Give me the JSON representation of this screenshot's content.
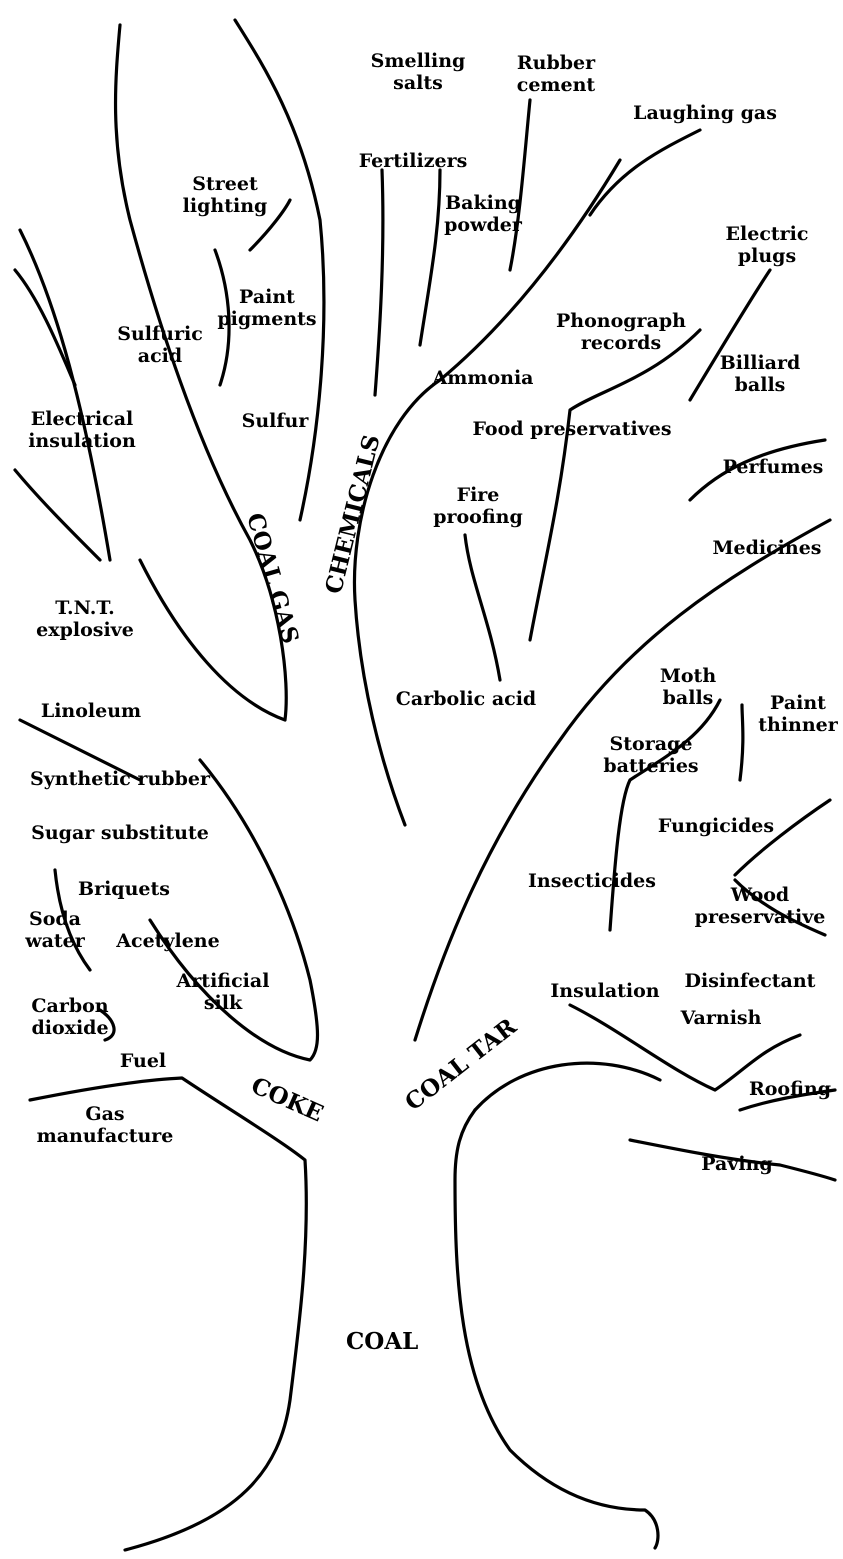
{
  "diagram": {
    "main": {
      "coal": "COAL",
      "coke": "COKE",
      "coal_gas": "COAL GAS",
      "chemicals": "CHEMICALS",
      "coal_tar": "COAL TAR"
    },
    "products": {
      "smelling_salts": [
        "Smelling",
        "salts"
      ],
      "rubber_cement": [
        "Rubber",
        "cement"
      ],
      "laughing_gas": [
        "Laughing gas"
      ],
      "fertilizers": [
        "Fertilizers"
      ],
      "street_lighting": [
        "Street",
        "lighting"
      ],
      "baking_powder": [
        "Baking",
        "powder"
      ],
      "electric_plugs": [
        "Electric",
        "plugs"
      ],
      "paint_pigments": [
        "Paint",
        "pigments"
      ],
      "sulfuric_acid": [
        "Sulfuric",
        "acid"
      ],
      "phonograph_records": [
        "Phonograph",
        "records"
      ],
      "billiard_balls": [
        "Billiard",
        "balls"
      ],
      "ammonia": [
        "Ammonia"
      ],
      "electrical_insulation": [
        "Electrical",
        "insulation"
      ],
      "sulfur": [
        "Sulfur"
      ],
      "food_preservatives": [
        "Food preservatives"
      ],
      "perfumes": [
        "Perfumes"
      ],
      "fire_proofing": [
        "Fire",
        "proofing"
      ],
      "medicines": [
        "Medicines"
      ],
      "tnt_explosive": [
        "T.N.T.",
        "explosive"
      ],
      "moth_balls": [
        "Moth",
        "balls"
      ],
      "paint_thinner": [
        "Paint",
        "thinner"
      ],
      "carbolic_acid": [
        "Carbolic acid"
      ],
      "linoleum": [
        "Linoleum"
      ],
      "storage_batteries": [
        "Storage",
        "batteries"
      ],
      "synthetic_rubber": [
        "Synthetic rubber"
      ],
      "fungicides": [
        "Fungicides"
      ],
      "sugar_substitute": [
        "Sugar substitute"
      ],
      "insecticides": [
        "Insecticides"
      ],
      "briquets": [
        "Briquets"
      ],
      "wood_preservative": [
        "Wood",
        "preservative"
      ],
      "soda_water": [
        "Soda",
        "water"
      ],
      "acetylene": [
        "Acetylene"
      ],
      "artificial_silk": [
        "Artificial",
        "silk"
      ],
      "insulation": [
        "Insulation"
      ],
      "disinfectant": [
        "Disinfectant"
      ],
      "carbon_dioxide": [
        "Carbon",
        "dioxide"
      ],
      "varnish": [
        "Varnish"
      ],
      "fuel": [
        "Fuel"
      ],
      "roofing": [
        "Roofing"
      ],
      "gas_manufacture": [
        "Gas",
        "manufacture"
      ],
      "paving": [
        "Paving"
      ]
    }
  }
}
